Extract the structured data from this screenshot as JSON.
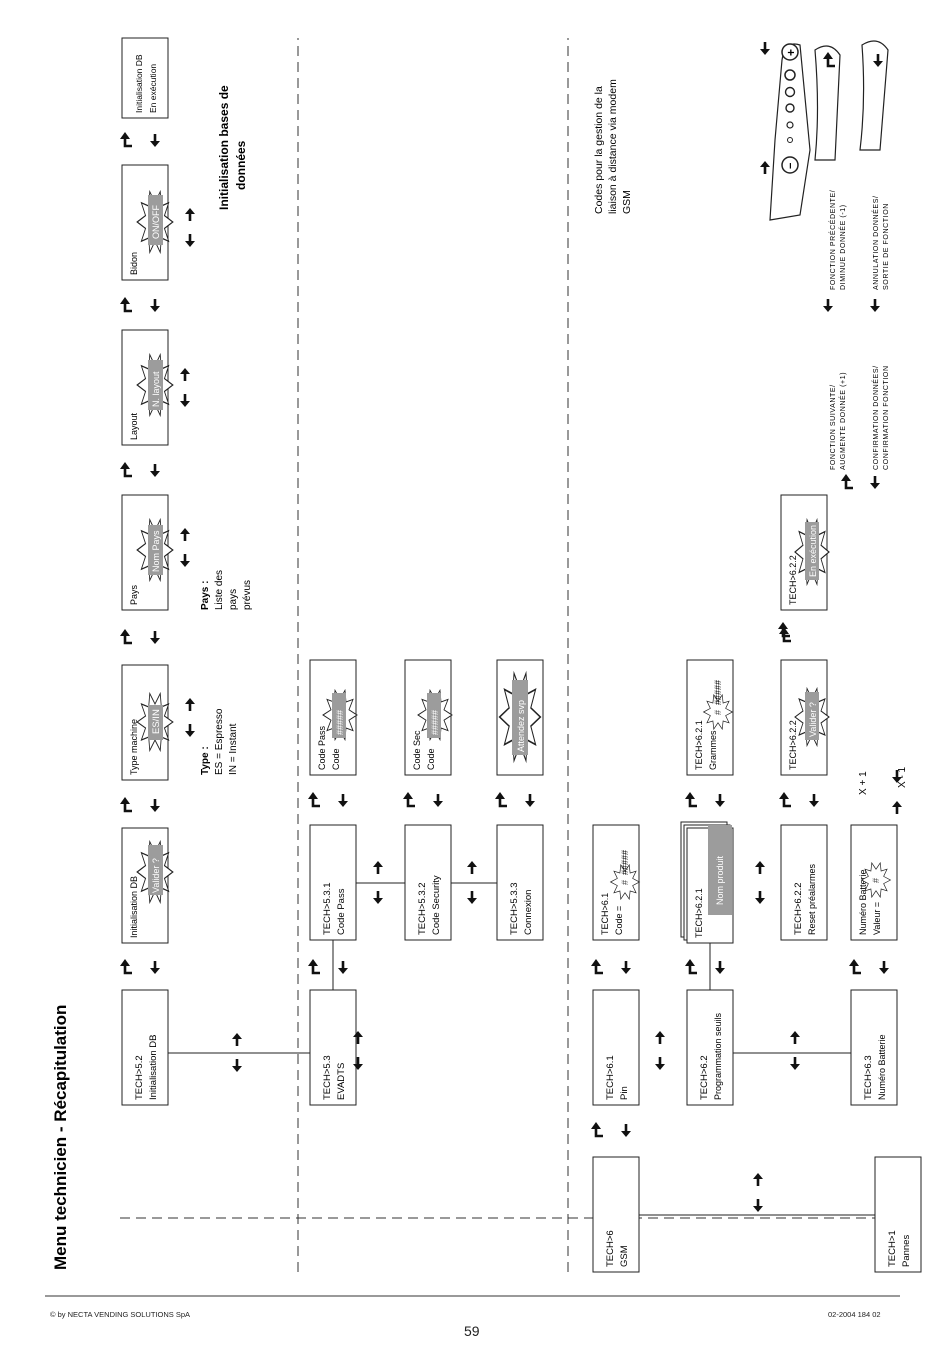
{
  "page": {
    "title": "Menu technicien - Récapitulation",
    "footer_left": "© by NECTA VENDING SOLUTIONS SpA",
    "footer_right": "02-2004 184 02",
    "page_number": "59"
  },
  "boxes": {
    "tech52": {
      "line1": "TECH>5.2",
      "line2": "Initialisation DB"
    },
    "init_db": {
      "line1": "Initialisation DB",
      "flash": "Valider ?"
    },
    "type_machine": {
      "line1": "Type machine",
      "flash": "ES/IN"
    },
    "pays": {
      "line1": "Pays",
      "flash": "Nom Pays"
    },
    "layout": {
      "line1": "Layout",
      "flash": "N. layout"
    },
    "bidon": {
      "line1": "Bidon",
      "flash": "ON/OFF"
    },
    "init_exec": {
      "line1": "Initialisation DB",
      "line2": "En exécution"
    },
    "tech53": {
      "line1": "TECH>5.3",
      "line2": "EVADTS"
    },
    "tech531": {
      "line1": "TECH>5.3.1",
      "line2": "Code Pass"
    },
    "code_pass_val": {
      "line1": "Code Pass",
      "line2": "Code",
      "flash": "#####"
    },
    "tech532": {
      "line1": "TECH>5.3.2",
      "line2": "Code Security"
    },
    "code_sec_val": {
      "line1": "Code Sec",
      "line2": "Code",
      "flash": "#####"
    },
    "tech533": {
      "line1": "TECH>5.3.3",
      "line2": "Connexion"
    },
    "attendez": {
      "flash": "Attendez svp"
    },
    "tech6": {
      "line1": "TECH>6",
      "line2": "GSM"
    },
    "tech61": {
      "line1": "TECH>6.1",
      "line2": "Pin"
    },
    "tech61_val": {
      "line1": "TECH>6.1",
      "line2": "Code =",
      "flash": "#",
      "suffix": "#####"
    },
    "tech62": {
      "line1": "TECH>6.2",
      "line2": "Programmation seuils"
    },
    "tech621": {
      "line1": "TECH>6.2.1",
      "flash": "Nom produit"
    },
    "tech621_val": {
      "line1": "TECH>6.2.1",
      "line2": "Grammes",
      "flash": "#",
      "suffix": "#####"
    },
    "tech622": {
      "line1": "TECH>6.2.2",
      "line2": "Reset préalarmes"
    },
    "tech622_valider": {
      "line1": "TECH>6.2.2",
      "flash": "Valider ?"
    },
    "tech622_exec": {
      "line1": "TECH>6.2.2",
      "flash": "En exécution"
    },
    "tech63": {
      "line1": "TECH>6.3",
      "line2": "Numéro Batterie"
    },
    "batt_val": {
      "line1": "Numéro Batterie",
      "line2": "Valeur =",
      "flash": "#"
    },
    "tech1": {
      "line1": "TECH>1",
      "line2": "Pannes"
    }
  },
  "notes": {
    "type_title": "Type :",
    "type_lines": [
      "ES = Espresso",
      "IN  = Instant"
    ],
    "pays_title": "Pays :",
    "pays_lines": [
      "Liste des",
      "pays",
      "prévus"
    ],
    "init_title": [
      "Initialisation bases de",
      "données"
    ],
    "gsm_note": [
      "Codes pour la gestion de la",
      "liaison à distance via modem",
      "GSM"
    ],
    "x_plus": "X + 1",
    "x_minus": "X - 1"
  },
  "legend": {
    "next": [
      "FONCTION SUIVANTE/",
      "AUGMENTE DONNÉE (+1)"
    ],
    "prev": [
      "FONCTION PRÉCÉDENTE/",
      "DIMINUE DONNÉE (-1)"
    ],
    "confirm": [
      "CONFIRMATION DONNÉES/",
      "CONFIRMATION FONCTION"
    ],
    "cancel": [
      "ANNULATION DONNÉES/",
      "SORTIE DE FONCTION"
    ]
  },
  "icons": [
    "arrow-right-icon",
    "arrow-left-icon",
    "arrow-down-icon",
    "arrow-up-left-icon",
    "starburst-icon",
    "keypad-icon"
  ]
}
